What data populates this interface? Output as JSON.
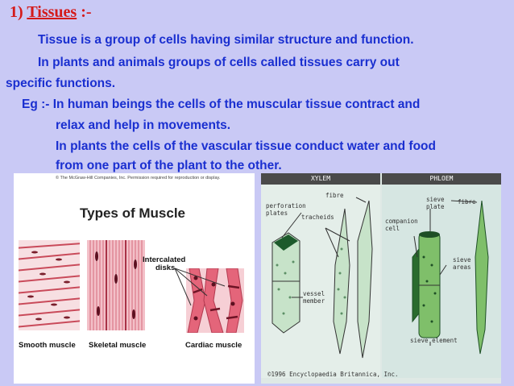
{
  "heading": {
    "number": "1)",
    "title": "Tissues",
    "suffix": ":-"
  },
  "lines": [
    "Tissue is a group of cells having similar structure and function.",
    "In plants and animals groups of cells called tissues carry out",
    "specific functions.",
    "Eg :- In human beings the cells of the muscular tissue contract and",
    "relax and help in movements.",
    "In plants the cells of the vascular tissue conduct water and food",
    "from one part of the plant to the other."
  ],
  "muscle_figure": {
    "copyright": "© The McGraw-Hill Companies, Inc. Permission required for reproduction or display.",
    "title": "Types of Muscle",
    "intercalated": "Intercalated",
    "disks": "disks",
    "labels": {
      "smooth": "Smooth muscle",
      "skeletal": "Skeletal muscle",
      "cardiac": "Cardiac muscle"
    }
  },
  "plant_figure": {
    "xylem": "XYLEM",
    "phloem": "PHLOEM",
    "labels": {
      "fibre_x": "fibre",
      "perforation": "perforation",
      "plates": "plates",
      "tracheids": "tracheids",
      "vessel": "vessel",
      "member": "member",
      "sieve": "sieve",
      "plate": "plate",
      "fibre_p": "fibre",
      "companion": "companion",
      "cell": "cell",
      "sieve2": "sieve",
      "areas": "areas",
      "sieve_element": "sieve element"
    },
    "copyright": "©1996 Encyclopaedia Britannica, Inc."
  },
  "colors": {
    "background": "#c9c9f5",
    "heading": "#d41a1a",
    "text": "#1a2fd0"
  }
}
